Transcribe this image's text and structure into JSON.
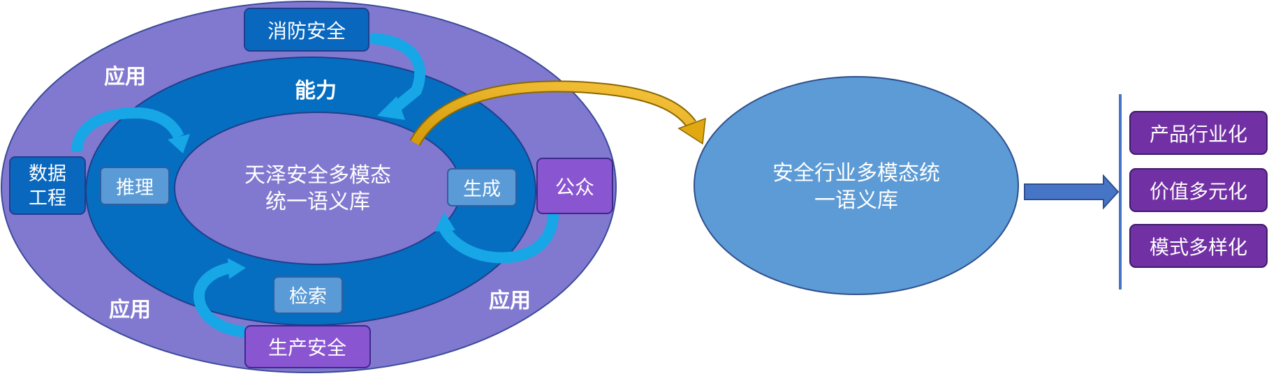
{
  "core": {
    "title_line1": "天泽安全多模态",
    "title_line2": "统一语义库"
  },
  "rings": {
    "capability": "能力",
    "application_top": "应用",
    "application_bottom_left": "应用",
    "application_bottom_right": "应用"
  },
  "capabilities": {
    "reasoning": "推理",
    "generation": "生成",
    "retrieval": "检索"
  },
  "applications": {
    "fire_safety": "消防安全",
    "data_engineering_line1": "数据",
    "data_engineering_line2": "工程",
    "public": "公众",
    "production_safety": "生产安全"
  },
  "industry_library": {
    "line1": "安全行业多模态统",
    "line2": "一语义库"
  },
  "outcomes": [
    {
      "label": "产品行业化"
    },
    {
      "label": "价值多元化"
    },
    {
      "label": "模式多样化"
    }
  ],
  "colors": {
    "outer_ring": "#8179d0",
    "middle_ring": "#056ec1",
    "inner_core": "#8179d0",
    "capability_box": "#5a9ad6",
    "app_blue": "#0a67be",
    "app_purple": "#8a55d1",
    "industry_ellipse": "#5c9bd6",
    "outcome_box": "#7130a4",
    "arrow_cyan": "#17a6e6",
    "arrow_gold": "#e2a812",
    "arrow_blue": "#4675c7"
  }
}
